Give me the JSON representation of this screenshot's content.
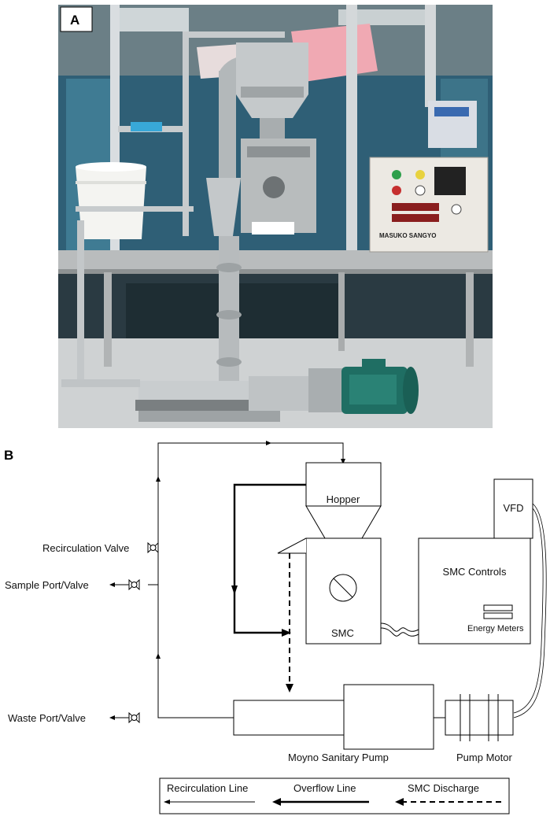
{
  "panel_a": {
    "label": "A",
    "brand_text": "MASUKO SANGYO"
  },
  "panel_b": {
    "label": "B",
    "blocks": {
      "hopper": "Hopper",
      "vfd": "VFD",
      "smc": "SMC",
      "smc_controls": "SMC Controls",
      "energy_meters": "Energy Meters",
      "pump": "Moyno Sanitary Pump",
      "pump_motor": "Pump Motor"
    },
    "valves": {
      "recirculation": "Recirculation Valve",
      "sample": "Sample Port/Valve",
      "waste": "Waste Port/Valve"
    },
    "legend": {
      "recirculation_line": "Recirculation Line",
      "overflow_line": "Overflow Line",
      "smc_discharge": "SMC Discharge"
    }
  }
}
